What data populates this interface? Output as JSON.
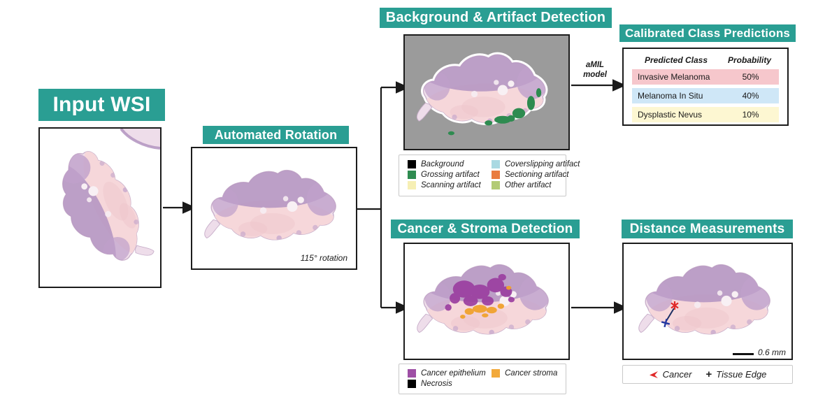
{
  "colors": {
    "teal": "#2a9e93"
  },
  "input_wsi": {
    "title": "Input WSI"
  },
  "automated_rotation": {
    "title": "Automated Rotation",
    "caption": "115° rotation"
  },
  "background_artifact": {
    "title": "Background & Artifact Detection",
    "legend": [
      {
        "label": "Background",
        "color": "#000000"
      },
      {
        "label": "Grossing artifact",
        "color": "#2e8b50"
      },
      {
        "label": "Scanning artifact",
        "color": "#f6efb4"
      },
      {
        "label": "Coverslipping artifact",
        "color": "#a9d9e2"
      },
      {
        "label": "Sectioning artifact",
        "color": "#e97c3f"
      },
      {
        "label": "Other artifact",
        "color": "#b3cb76"
      }
    ]
  },
  "amil": {
    "line1": "aMIL",
    "line2": "model"
  },
  "predictions": {
    "title": "Calibrated Class Predictions",
    "col_class": "Predicted Class",
    "col_prob": "Probability",
    "rows": [
      {
        "class": "Invasive Melanoma",
        "probability": "50%",
        "color": "#f6c7cc"
      },
      {
        "class": "Melanoma In Situ",
        "probability": "40%",
        "color": "#cfe7f7"
      },
      {
        "class": "Dysplastic Nevus",
        "probability": "10%",
        "color": "#fdf7d2"
      }
    ]
  },
  "cancer_stroma": {
    "title": "Cancer & Stroma Detection",
    "legend": [
      {
        "label": "Cancer epithelium",
        "color": "#9e4fa5"
      },
      {
        "label": "Cancer stroma",
        "color": "#f2a93b"
      },
      {
        "label": "Necrosis",
        "color": "#000000"
      }
    ]
  },
  "distance": {
    "title": "Distance Measurements",
    "scale_label": "0.6 mm",
    "legend": {
      "cancer_label": "Cancer",
      "plus_symbol": "+",
      "tissue_edge_label": "Tissue Edge"
    }
  }
}
